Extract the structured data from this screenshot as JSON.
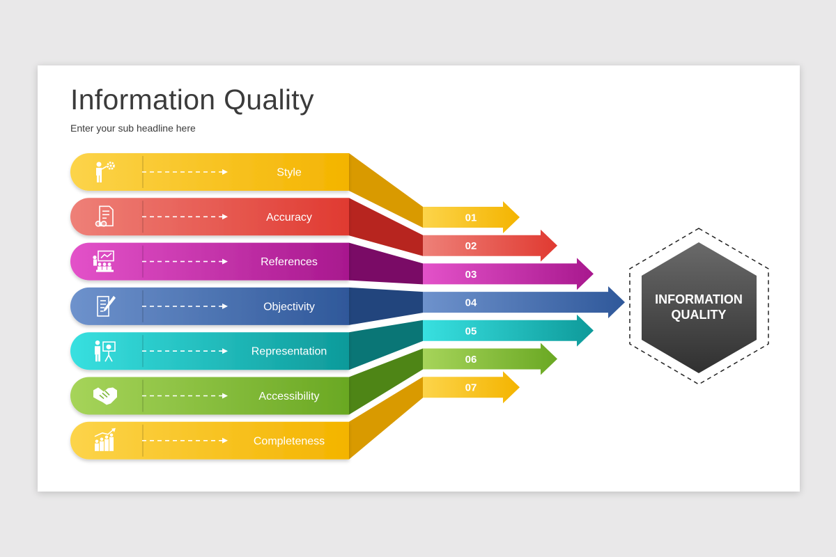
{
  "title": "Information Quality",
  "subtitle": "Enter your sub headline here",
  "center_label_line1": "INFORMATION",
  "center_label_line2": "QUALITY",
  "items": [
    {
      "label": "Style",
      "number": "01",
      "icon": "worker-gear-icon",
      "color_light": "#fcd44a",
      "color_dark": "#f4b400",
      "fold_color": "#d99a00"
    },
    {
      "label": "Accuracy",
      "number": "02",
      "icon": "document-glasses-icon",
      "color_light": "#ee8078",
      "color_dark": "#e03a31",
      "fold_color": "#b7251f"
    },
    {
      "label": "References",
      "number": "03",
      "icon": "presentation-audience-icon",
      "color_light": "#e352c9",
      "color_dark": "#a8188e",
      "fold_color": "#7a0b66"
    },
    {
      "label": "Objectivity",
      "number": "04",
      "icon": "document-pen-icon",
      "color_light": "#6e92cc",
      "color_dark": "#2f589a",
      "fold_color": "#22457d"
    },
    {
      "label": "Representation",
      "number": "05",
      "icon": "presenter-board-icon",
      "color_light": "#38e0e0",
      "color_dark": "#0e9a9a",
      "fold_color": "#0a7676"
    },
    {
      "label": "Accessibility",
      "number": "06",
      "icon": "handshake-icon",
      "color_light": "#a6d45a",
      "color_dark": "#6aa823",
      "fold_color": "#4e8516"
    },
    {
      "label": "Completeness",
      "number": "07",
      "icon": "growth-chart-icon",
      "color_light": "#fcd44a",
      "color_dark": "#f4b400",
      "fold_color": "#d99a00"
    }
  ],
  "hex_colors": {
    "top": "#6a6a6a",
    "bottom": "#303030",
    "text": "#ffffff"
  }
}
